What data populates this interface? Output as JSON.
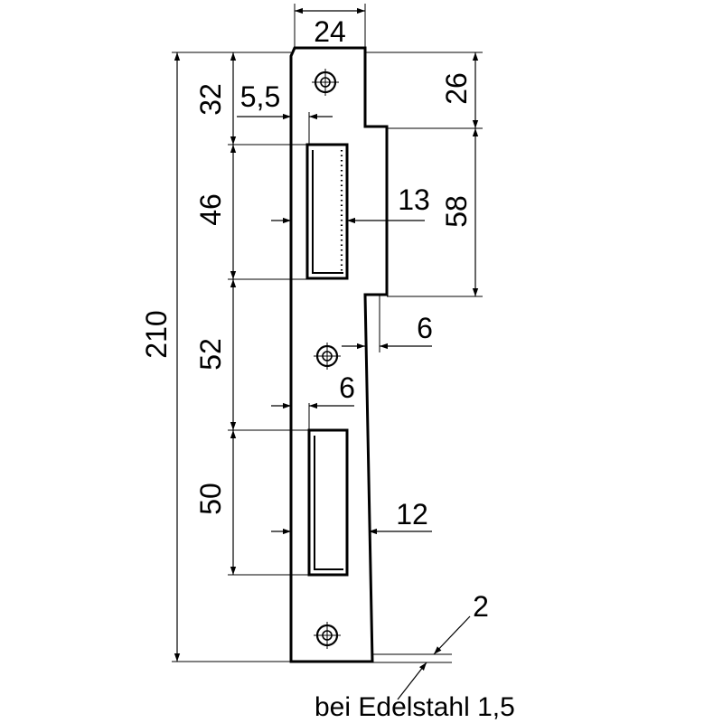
{
  "dimensions": {
    "width_top": "24",
    "top_to_first_slot": "32",
    "slot_offset_top": "5,5",
    "top_to_step": "26",
    "slot_one_height": "46",
    "slot_one_depth": "13",
    "step_height": "58",
    "overall_height": "210",
    "gap_between_slots": "52",
    "step_width": "6",
    "slot_offset_bottom": "6",
    "slot_two_height": "50",
    "slot_two_depth": "12",
    "thickness": "2"
  },
  "note": "bei Edelstahl 1,5"
}
